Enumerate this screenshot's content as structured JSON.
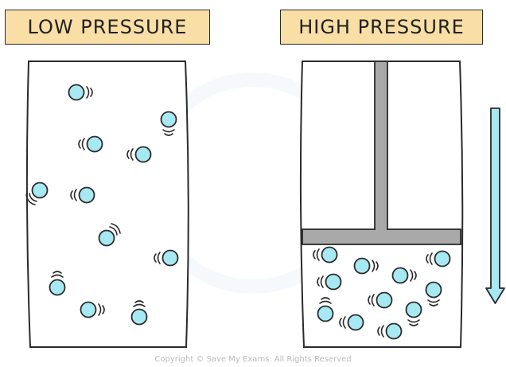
{
  "labels": {
    "low": "LOW PRESSURE",
    "high": "HIGH PRESSURE"
  },
  "copyright": "Copyright © Save My Exams. All Rights Reserved",
  "colors": {
    "label_fill": "#f9dfa6",
    "particle": "#a7e9f3",
    "piston": "#a9a9a9",
    "arrow": "#a7e9f3",
    "outline": "#2a2a2a"
  },
  "icons": {
    "arrow": "down-arrow-icon",
    "particle": "gas-particle-icon"
  }
}
